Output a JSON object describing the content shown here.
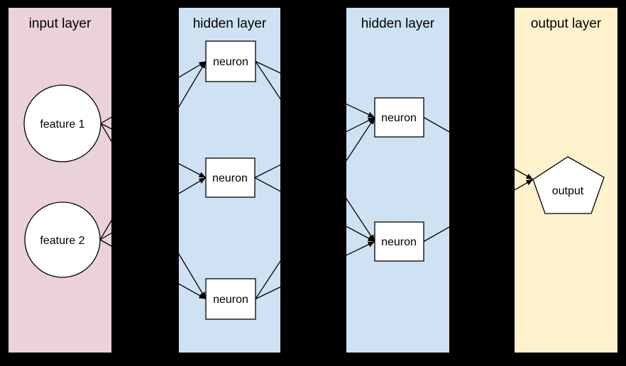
{
  "colors": {
    "background": "#000000",
    "input_panel": "#ead1dc",
    "hidden_panel": "#cfe2f3",
    "output_panel": "#fef2cc",
    "node_fill": "#ffffff",
    "node_stroke": "#000000",
    "edge": "#000000",
    "text": "#000000"
  },
  "layers": {
    "input": {
      "title": "input layer",
      "nodes": [
        {
          "label": "feature 1",
          "shape": "circle"
        },
        {
          "label": "feature 2",
          "shape": "circle"
        }
      ]
    },
    "hidden1": {
      "title": "hidden layer",
      "nodes": [
        {
          "label": "neuron",
          "shape": "rect"
        },
        {
          "label": "neuron",
          "shape": "rect"
        },
        {
          "label": "neuron",
          "shape": "rect"
        }
      ]
    },
    "hidden2": {
      "title": "hidden layer",
      "nodes": [
        {
          "label": "neuron",
          "shape": "rect"
        },
        {
          "label": "neuron",
          "shape": "rect"
        }
      ]
    },
    "output": {
      "title": "output layer",
      "nodes": [
        {
          "label": "output",
          "shape": "pentagon"
        }
      ]
    }
  },
  "edges": [
    [
      "feature-1",
      "h1-neuron-1"
    ],
    [
      "feature-1",
      "h1-neuron-2"
    ],
    [
      "feature-1",
      "h1-neuron-3"
    ],
    [
      "feature-2",
      "h1-neuron-1"
    ],
    [
      "feature-2",
      "h1-neuron-2"
    ],
    [
      "feature-2",
      "h1-neuron-3"
    ],
    [
      "h1-neuron-1",
      "h2-neuron-1"
    ],
    [
      "h1-neuron-1",
      "h2-neuron-2"
    ],
    [
      "h1-neuron-2",
      "h2-neuron-1"
    ],
    [
      "h1-neuron-2",
      "h2-neuron-2"
    ],
    [
      "h1-neuron-3",
      "h2-neuron-1"
    ],
    [
      "h1-neuron-3",
      "h2-neuron-2"
    ],
    [
      "h2-neuron-1",
      "output"
    ],
    [
      "h2-neuron-2",
      "output"
    ]
  ]
}
